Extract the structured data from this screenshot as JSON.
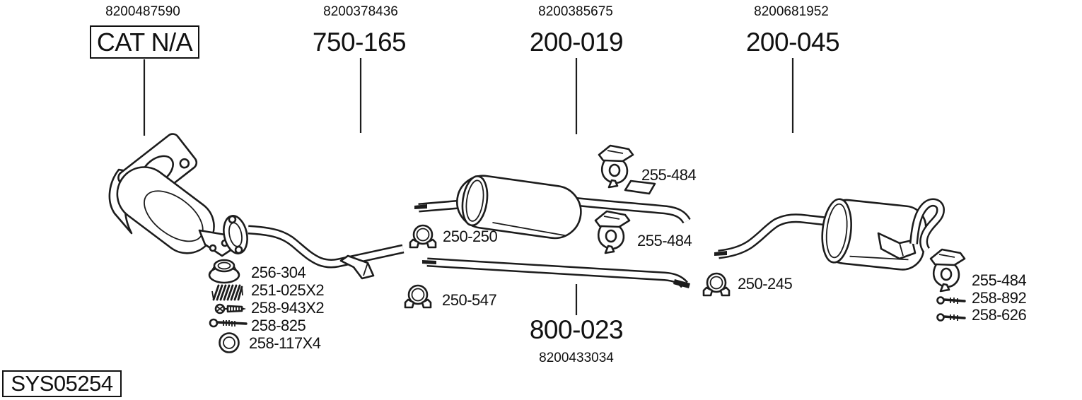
{
  "page": {
    "background": "#ffffff",
    "ink": "#1c1c1c"
  },
  "system": {
    "id": "SYS05254"
  },
  "columns": [
    {
      "oem": "8200487590",
      "part": "CAT N/A",
      "boxed": true,
      "drawing": "catalytic-converter"
    },
    {
      "oem": "8200378436",
      "part": "750-165",
      "boxed": false,
      "drawing": "front-pipe"
    },
    {
      "oem": "8200385675",
      "part": "200-019",
      "boxed": false,
      "drawing": "center-muffler"
    },
    {
      "oem": "8200681952",
      "part": "200-045",
      "boxed": false,
      "drawing": "rear-muffler"
    }
  ],
  "center_bottom": {
    "part": "800-023",
    "oem": "8200433034",
    "drawing": "center-pipe"
  },
  "hardware_list": [
    {
      "part": "256-304",
      "icon": "flare-gasket-icon"
    },
    {
      "part": "251-025X2",
      "icon": "spring-icon"
    },
    {
      "part": "258-943X2",
      "icon": "flange-bolt-icon"
    },
    {
      "part": "258-825",
      "icon": "long-bolt-icon"
    },
    {
      "part": "258-117X4",
      "icon": "washer-icon"
    }
  ],
  "callouts": {
    "clamp_250_250": {
      "label": "250-250",
      "icon": "exhaust-clamp-icon"
    },
    "clamp_250_547": {
      "label": "250-547",
      "icon": "exhaust-clamp-icon"
    },
    "hanger_top": {
      "label": "255-484",
      "icon": "rubber-hanger-icon"
    },
    "hanger_mid": {
      "label": "255-484",
      "icon": "rubber-hanger-icon"
    },
    "clamp_250_245": {
      "label": "250-245",
      "icon": "exhaust-clamp-icon"
    },
    "hanger_right": {
      "label": "255-484",
      "icon": "rubber-hanger-icon"
    },
    "bolt_258_892": {
      "label": "258-892",
      "icon": "long-bolt-icon"
    },
    "bolt_258_626": {
      "label": "258-626",
      "icon": "long-bolt-icon"
    }
  }
}
